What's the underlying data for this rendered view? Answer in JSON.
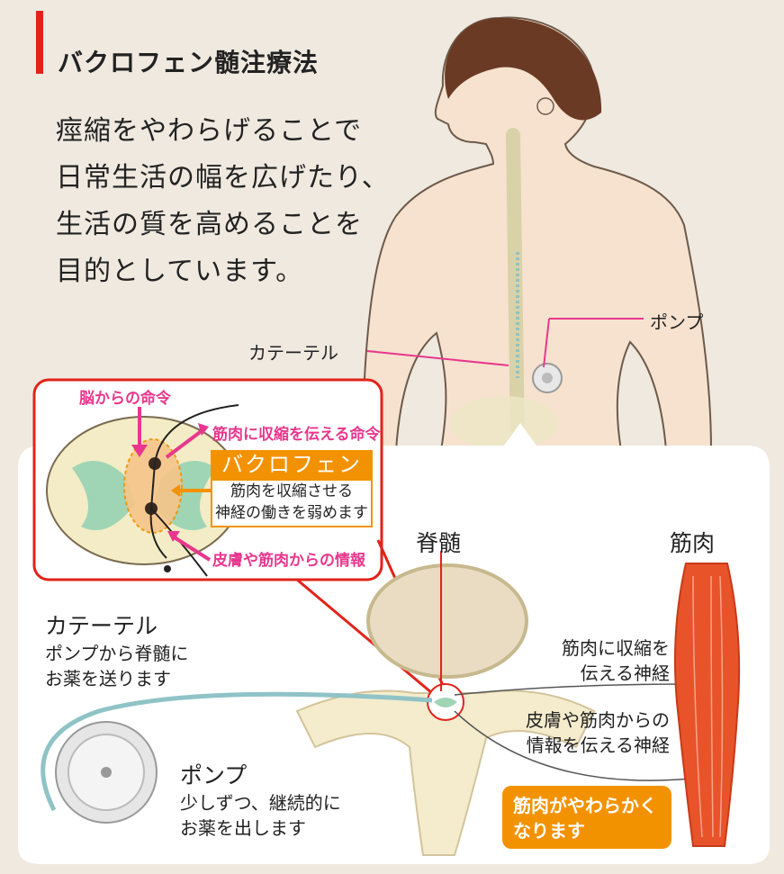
{
  "title": "バクロフェン髄注療法",
  "lead": [
    "痙縮をやわらげることで",
    "日常生活の幅を広げたり、",
    "生活の質を高めることを",
    "目的としています。"
  ],
  "figure_labels": {
    "pump_top": "ポンプ",
    "catheter_top": "カテーテル",
    "brain_command": "脳からの命令",
    "muscle_contract_command": "筋肉に収縮を伝える命令",
    "baclofen": "バクロフェン",
    "baclofen_desc": [
      "筋肉を収縮させる",
      "神経の働きを弱めます"
    ],
    "skin_info": "皮膚や筋肉からの情報",
    "spinal_cord": "脊髄",
    "muscle": "筋肉",
    "catheter_title": "カテーテル",
    "catheter_desc": [
      "ポンプから脊髄に",
      "お薬を送ります"
    ],
    "motor_nerve": [
      "筋肉に収縮を",
      "伝える神経"
    ],
    "sensory_nerve": [
      "皮膚や筋肉からの",
      "情報を伝える神経"
    ],
    "pump_title": "ポンプ",
    "pump_desc": [
      "少しずつ、継続的に",
      "お薬を出します"
    ],
    "result": [
      "筋肉がやわらかく",
      "なります"
    ]
  },
  "colors": {
    "accent_red": "#e2231a",
    "pink": "#e8378d",
    "orange": "#f39200",
    "background": "#efe9e0"
  }
}
